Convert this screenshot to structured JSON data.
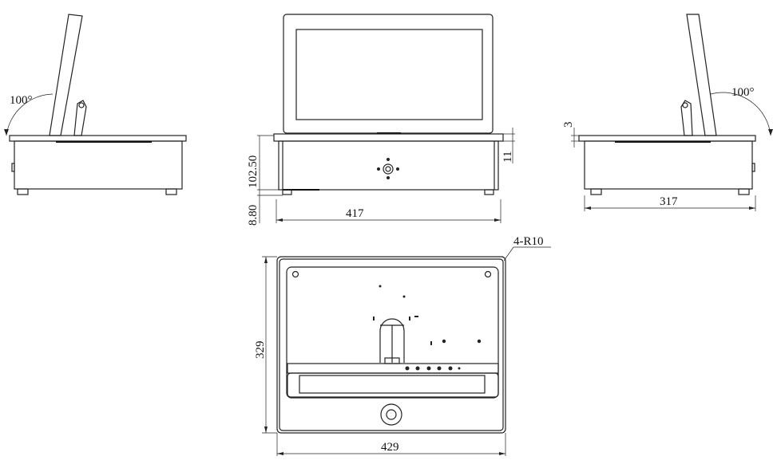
{
  "title": "Flip-up monitor technical drawing",
  "dimensions": {
    "left_angle": "100°",
    "right_angle": "100°",
    "base_height": "102.50",
    "foot_height": "8.80",
    "front_width": "417",
    "plate_thickness": "11",
    "side_plate": "3",
    "side_depth": "317",
    "corner_radius": "4-R10",
    "top_depth": "329",
    "top_width": "429"
  }
}
